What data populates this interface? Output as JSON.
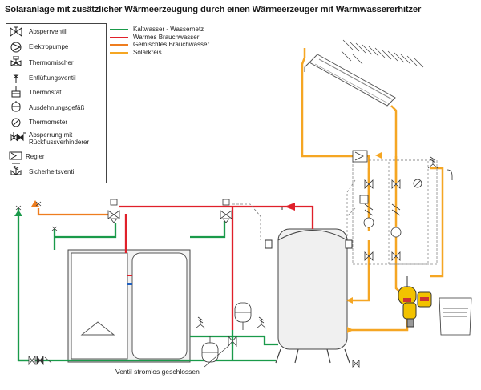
{
  "title": "Solaranlage mit zusätzlicher Wärmeerzeugung durch einen Wärmeerzeuger mit Warmwassererhitzer",
  "symbol_legend": [
    {
      "icon": "shutoff-valve-icon",
      "label": "Absperrventil"
    },
    {
      "icon": "pump-icon",
      "label": "Elektropumpe"
    },
    {
      "icon": "thermostatic-mixer-icon",
      "label": "Thermomischer"
    },
    {
      "icon": "vent-valve-icon",
      "label": "Entlüftungsventil"
    },
    {
      "icon": "thermostat-icon",
      "label": "Thermostat"
    },
    {
      "icon": "expansion-vessel-icon",
      "label": "Ausdehnungsgefäß"
    },
    {
      "icon": "thermometer-icon",
      "label": "Thermometer"
    },
    {
      "icon": "shutoff-check-valve-icon",
      "label": "Absperrung mit\nRückflussverhinderer"
    },
    {
      "icon": "controller-icon",
      "label": "Regler"
    },
    {
      "icon": "safety-valve-icon",
      "label": "Sicherheitsventil"
    }
  ],
  "line_legend": [
    {
      "label": "Kaltwasser - Wassernetz",
      "color": "#1a9a4a"
    },
    {
      "label": "Warmes Brauchwasser",
      "color": "#e0202a"
    },
    {
      "label": "Gemischtes Brauchwasser",
      "color": "#ee7d1f"
    },
    {
      "label": "Solarkreis",
      "color": "#f5a623"
    }
  ],
  "caption": "Ventil stromlos geschlossen",
  "colors": {
    "cold": "#1a9a4a",
    "hot": "#e0202a",
    "mixed": "#ee7d1f",
    "solar": "#f5a623",
    "dashed": "#666666",
    "product_yellow": "#f2c200"
  }
}
